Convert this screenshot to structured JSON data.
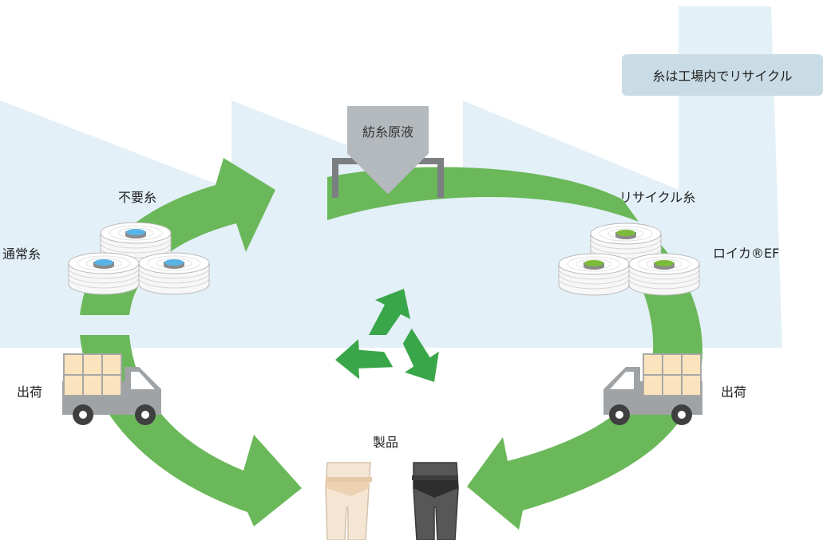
{
  "badge": {
    "text": "糸は工場内でリサイクル"
  },
  "hopper": {
    "label": "紡糸原液"
  },
  "labels": {
    "waste_yarn": "不要糸",
    "normal_yarn": "通常糸",
    "recycled_yarn": "リサイクル糸",
    "product_name": "ロイカ®EF",
    "ship_left": "出荷",
    "ship_right": "出荷",
    "products": "製品"
  },
  "icons": {
    "recycle": "recycle-icon",
    "truck": "truck-icon",
    "spool": "yarn-spool-icon",
    "garment": "underwear-icon"
  },
  "colors": {
    "arrow_green": "#6bb85a",
    "recycle_green": "#3aa64a",
    "factory_blue": "#e3f0f8",
    "badge_bg": "#c9dbe5",
    "spool_blue": "#59b4e6",
    "spool_green": "#7cbb3a",
    "truck_gray": "#9fa3a6",
    "cargo_beige": "#fbe3bd",
    "garment_beige": "#f5e6d3",
    "garment_dark": "#4a4a4a"
  }
}
